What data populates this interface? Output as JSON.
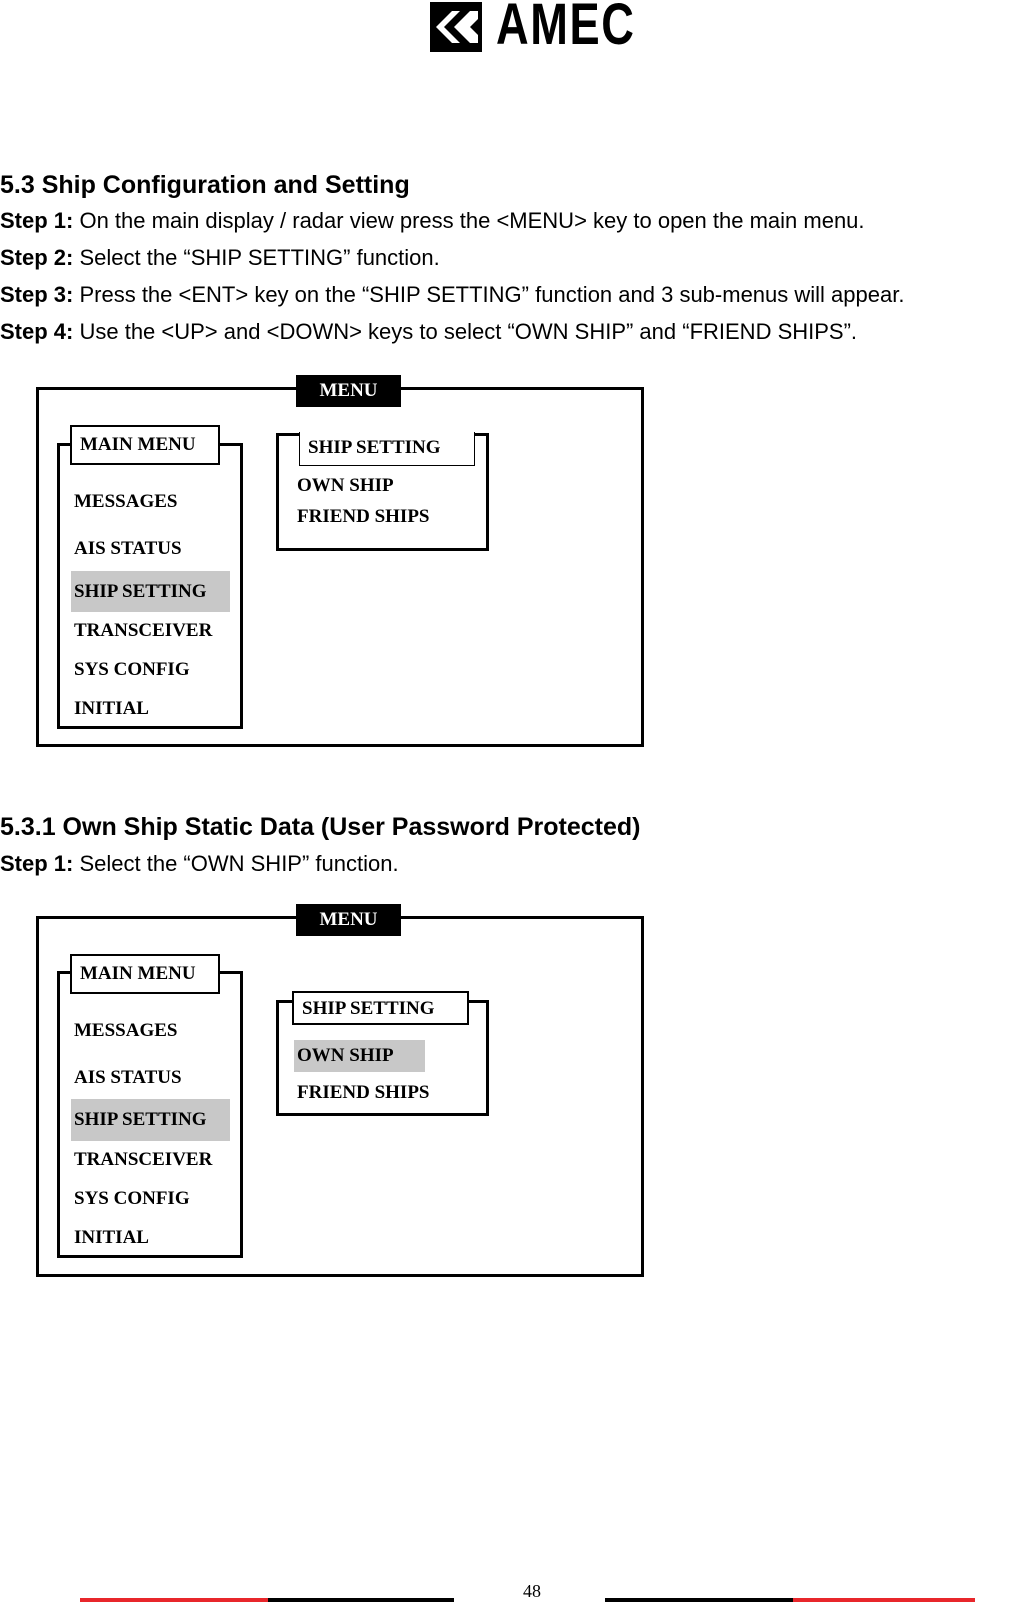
{
  "logo": {
    "text": "AMEC"
  },
  "section_53": {
    "title": "5.3 Ship Configuration and Setting",
    "steps": [
      {
        "label": "Step 1:",
        "text": " On the main display / radar view press the <MENU> key to open the main menu."
      },
      {
        "label": "Step 2:",
        "text": " Select the “SHIP SETTING” function."
      },
      {
        "label": "Step 3:",
        "text": " Press the <ENT> key on the “SHIP SETTING” function and 3 sub-menus will appear."
      },
      {
        "label": "Step 4:",
        "text": " Use the <UP> and <DOWN> keys to select “OWN SHIP” and “FRIEND SHIPS”."
      }
    ]
  },
  "section_531": {
    "title": "5.3.1 Own Ship Static Data (User Password Protected)",
    "steps": [
      {
        "label": "Step 1:",
        "text": " Select the “OWN SHIP” function."
      }
    ]
  },
  "diagram1": {
    "tag": "MENU",
    "main_menu_title": "MAIN MENU",
    "main_items": [
      "MESSAGES",
      "AIS STATUS",
      "SHIP SETTING",
      "TRANSCEIVER",
      "SYS CONFIG",
      "INITIAL"
    ],
    "main_selected": "SHIP SETTING",
    "sub_title": "SHIP SETTING",
    "sub_items": [
      "OWN SHIP",
      "FRIEND SHIPS"
    ],
    "sub_selected": ""
  },
  "diagram2": {
    "tag": "MENU",
    "main_menu_title": "MAIN MENU",
    "main_items": [
      "MESSAGES",
      "AIS STATUS",
      "SHIP SETTING",
      "TRANSCEIVER",
      "SYS CONFIG",
      "INITIAL"
    ],
    "main_selected": "SHIP SETTING",
    "sub_title": "SHIP SETTING",
    "sub_items": [
      "OWN SHIP",
      "FRIEND SHIPS"
    ],
    "sub_selected": "OWN SHIP"
  },
  "highlight_color": "#c8c8c8",
  "footer": {
    "page_number": "48",
    "accent_color": "#e8262b"
  }
}
